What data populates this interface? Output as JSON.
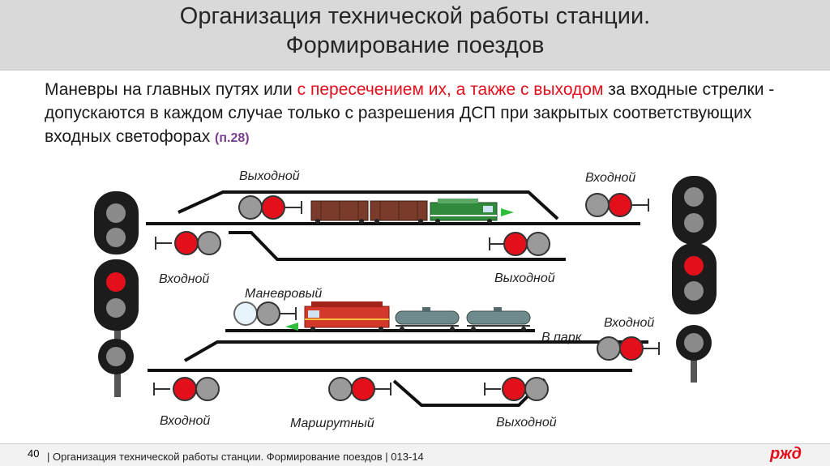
{
  "slide": {
    "title_line1": "Организация технической работы станции.",
    "title_line2": "Формирование поездов",
    "text": {
      "part1": "Маневры на главных путях или ",
      "part2_red": "с пересечением их, а также с выходом",
      "part3": " за входные стрелки - допускаются в каждом случае только с разрешения ДСП при закрытых соответствующих входных светофорах ",
      "ref": "(п.28)"
    }
  },
  "diagram": {
    "labels": {
      "exit_top_left": "Выходной",
      "entry_top_right": "Входной",
      "entry_left_upper": "Входной",
      "exit_mid_right": "Выходной",
      "shunting": "Маневровый",
      "to_park": "В парк",
      "entry_right_lower": "Входной",
      "entry_bottom_left": "Входной",
      "route": "Маршрутный",
      "exit_bottom_right": "Выходной"
    }
  },
  "footer": {
    "page_number": "40",
    "text": "| Организация технической работы станции. Формирование поездов | 013-14",
    "logo": "ржд"
  },
  "colors": {
    "signal_red": "#e3101c",
    "signal_grey": "#9a9a9a",
    "mast_dark": "#1c1c1c"
  }
}
